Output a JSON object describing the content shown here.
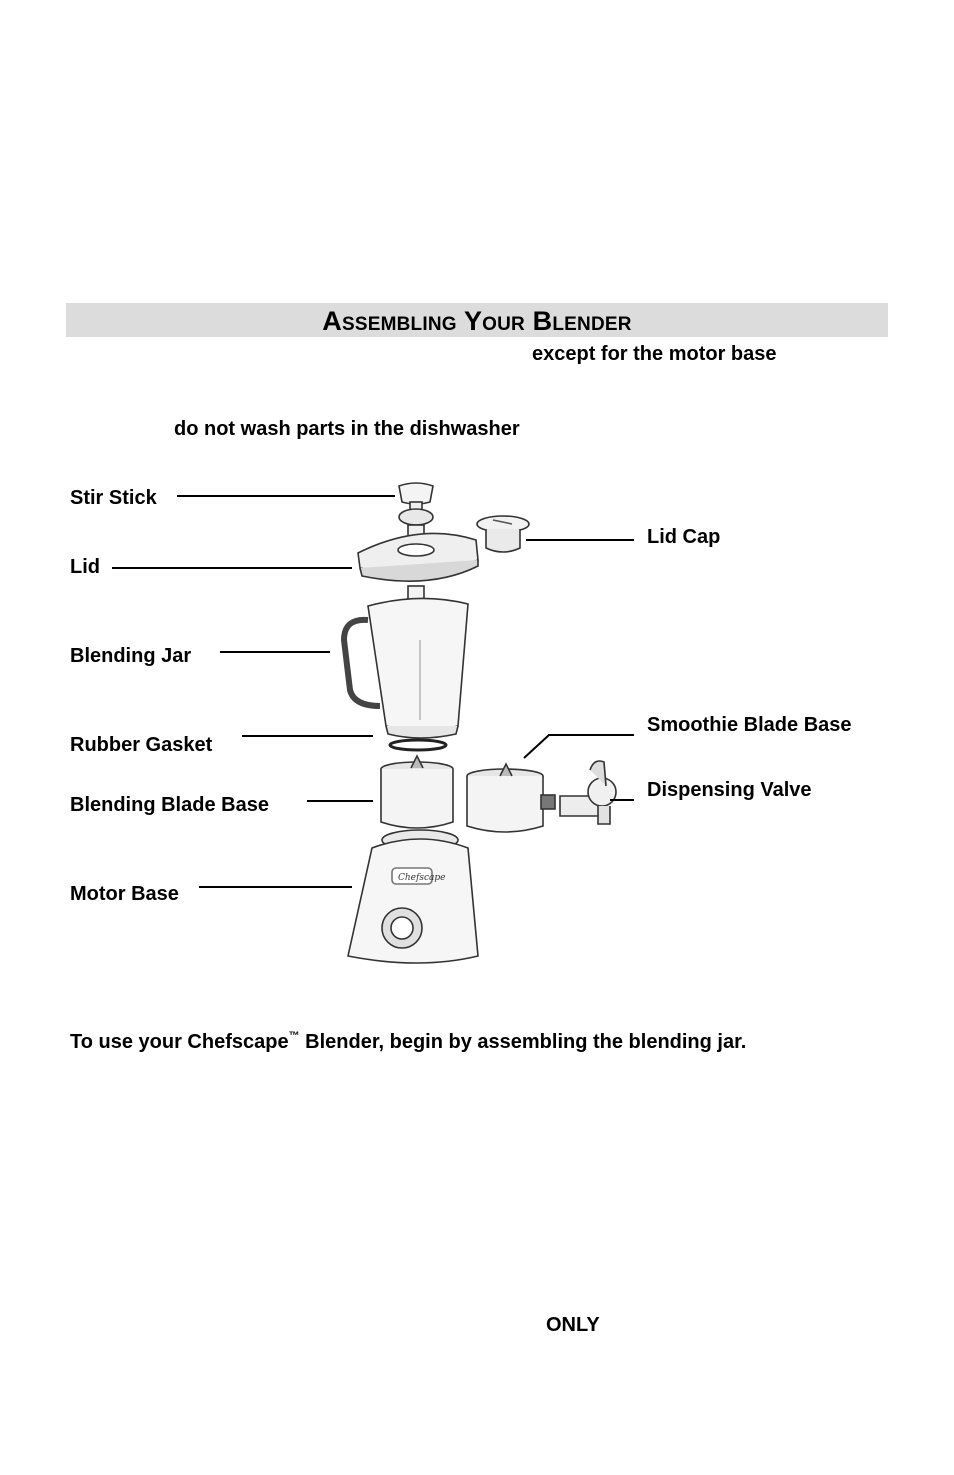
{
  "section": {
    "heading": "Assembling Your Blender"
  },
  "notes": {
    "line1_fragment": "except for the motor base",
    "line2_fragment": "do not wash parts in the dishwasher"
  },
  "diagram": {
    "labels": {
      "stir_stick": "Stir Stick",
      "lid": "Lid",
      "lid_cap": "Lid Cap",
      "blending_jar": "Blending Jar",
      "rubber_gasket": "Rubber Gasket",
      "smoothie_blade_base": "Smoothie Blade Base",
      "blending_blade_base": "Blending Blade Base",
      "dispensing_valve": "Dispensing Valve",
      "motor_base": "Motor Base"
    },
    "brand_logo": "Chefscape"
  },
  "body": {
    "instruction_pre": "To use your Chefscape",
    "trademark": "™",
    "instruction_post": " Blender, begin by assembling the blending jar.",
    "only": "ONLY"
  }
}
